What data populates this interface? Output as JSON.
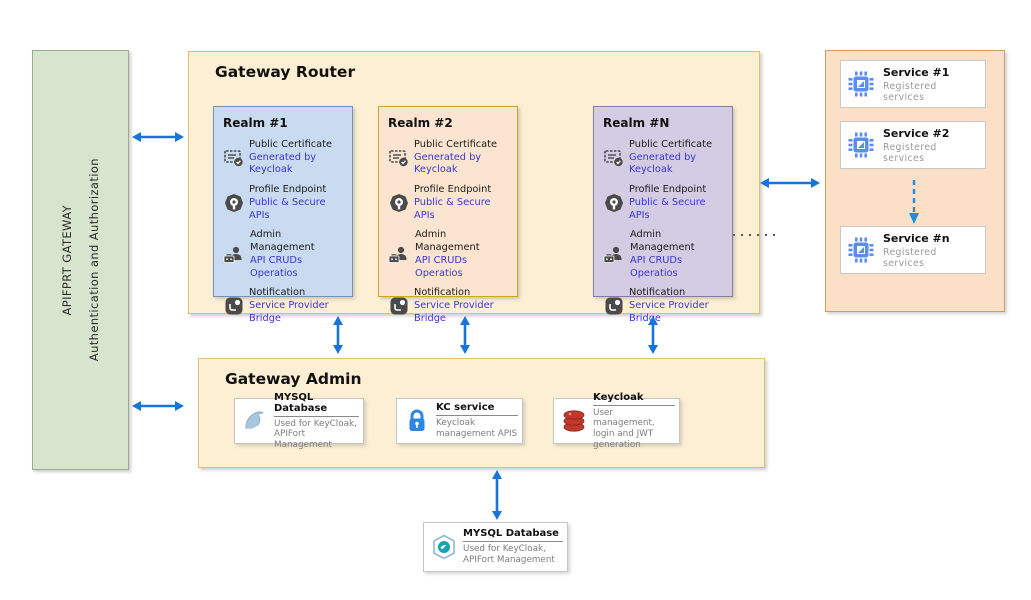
{
  "colors": {
    "arrow_blue": "#1874DB",
    "realm_link_blue": "#3A35D6",
    "left_panel_green": "#D7E4CE",
    "gateway_fill": "#FCEFD3",
    "realm1_fill": "#C9DBF0",
    "realm2_fill": "#FBE5D0",
    "realmN_fill": "#D4CCE2",
    "services_panel_fill": "#FBDFC6"
  },
  "left_panel": {
    "title": "APIFPRT GATEWAY",
    "subtitle": "Authentication and Authorization"
  },
  "router": {
    "title": "Gateway Router",
    "separator_icon": "dotted-line",
    "realms": [
      {
        "title": "Realm #1",
        "items": [
          {
            "name": "Public Certificate",
            "desc": "Generated by Keycloak",
            "icon": "certificate-icon"
          },
          {
            "name": "Profile Endpoint",
            "desc": "Public & Secure APIs",
            "icon": "endpoint-icon"
          },
          {
            "name": "Admin Management",
            "desc": "API CRUDs Operatios",
            "icon": "admin-users-icon"
          },
          {
            "name": "Notification",
            "desc": "Service Provider Bridge",
            "icon": "notification-icon"
          }
        ]
      },
      {
        "title": "Realm #2",
        "items": [
          {
            "name": "Public Certificate",
            "desc": "Generated by Keycloak",
            "icon": "certificate-icon"
          },
          {
            "name": "Profile Endpoint",
            "desc": "Public & Secure APIs",
            "icon": "endpoint-icon"
          },
          {
            "name": "Admin Management",
            "desc": "API CRUDs Operatios",
            "icon": "admin-users-icon"
          },
          {
            "name": "Notification",
            "desc": "Service Provider Bridge",
            "icon": "notification-icon"
          }
        ]
      },
      {
        "title": "Realm #N",
        "items": [
          {
            "name": "Public Certificate",
            "desc": "Generated by Keycloak",
            "icon": "certificate-icon"
          },
          {
            "name": "Profile Endpoint",
            "desc": "Public & Secure APIs",
            "icon": "endpoint-icon"
          },
          {
            "name": "Admin Management",
            "desc": "API CRUDs Operatios",
            "icon": "admin-users-icon"
          },
          {
            "name": "Notification",
            "desc": "Service Provider Bridge",
            "icon": "notification-icon"
          }
        ]
      }
    ]
  },
  "services": {
    "cards": [
      {
        "title": "Service #1",
        "subtitle": "Registered services",
        "icon": "chip-icon"
      },
      {
        "title": "Service #2",
        "subtitle": "Registered services",
        "icon": "chip-icon"
      },
      {
        "title": "Service #n",
        "subtitle": "Registered services",
        "icon": "chip-icon"
      }
    ]
  },
  "admin": {
    "title": "Gateway Admin",
    "cards": [
      {
        "title": "MYSQL Database",
        "subtitle": "Used for KeyCloak, APIFort Management",
        "icon": "mysql-dolphin-icon"
      },
      {
        "title": "KC service",
        "subtitle": "Keycloak management APIS",
        "icon": "lock-icon"
      },
      {
        "title": "Keycloak",
        "subtitle": "User management, login and JWT generation",
        "icon": "keycloak-layers-icon"
      }
    ]
  },
  "external_db": {
    "title": "MYSQL Database",
    "subtitle": "Used for KeyCloak, APIFort Management",
    "icon": "mysql-hexagon-icon"
  }
}
